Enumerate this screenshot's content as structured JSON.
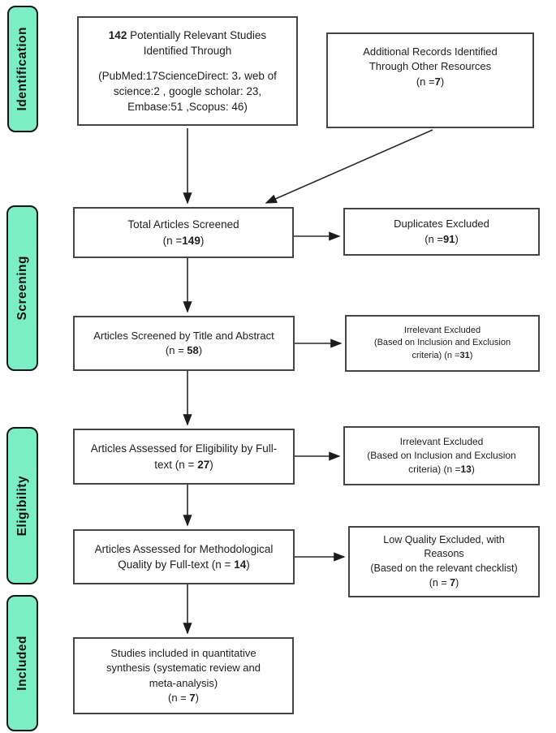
{
  "stages": {
    "identification": "Identification",
    "screening": "Screening",
    "eligibility": "Eligibility",
    "included": "Included"
  },
  "accent_color": "#7ceec5",
  "boxes": {
    "identified": {
      "lines": [
        [
          {
            "t": "142",
            "b": true
          },
          {
            "t": " Potentially Relevant Studies"
          }
        ],
        [
          {
            "t": "Identified Through"
          }
        ],
        [],
        [
          {
            "t": "(PubMed:17ScienceDirect: 3، web of"
          }
        ],
        [
          {
            "t": "science:2 , google scholar: 23,"
          }
        ],
        [
          {
            "t": "Embase:51 ,Scopus: 46)"
          }
        ]
      ]
    },
    "additional": {
      "lines": [
        [
          {
            "t": "Additional Records Identified"
          }
        ],
        [
          {
            "t": "Through Other Resources"
          }
        ],
        [
          {
            "t": "(n ="
          },
          {
            "t": "7",
            "b": true
          },
          {
            "t": ")"
          }
        ]
      ]
    },
    "screened_total": {
      "lines": [
        [
          {
            "t": "Total Articles Screened"
          }
        ],
        [
          {
            "t": "(n ="
          },
          {
            "t": "149",
            "b": true
          },
          {
            "t": ")"
          }
        ]
      ]
    },
    "duplicates": {
      "lines": [
        [
          {
            "t": "Duplicates Excluded"
          }
        ],
        [
          {
            "t": "(n ="
          },
          {
            "t": "91",
            "b": true
          },
          {
            "t": ")"
          }
        ]
      ]
    },
    "title_abstract": {
      "lines": [
        [
          {
            "t": "Articles Screened by Title and Abstract"
          }
        ],
        [
          {
            "t": "(n = "
          },
          {
            "t": "58",
            "b": true
          },
          {
            "t": ")"
          }
        ]
      ]
    },
    "irrelevant_1": {
      "lines": [
        [
          {
            "t": "Irrelevant Excluded"
          }
        ],
        [
          {
            "t": "(Based on Inclusion and Exclusion"
          }
        ],
        [
          {
            "t": "criteria)  (n ="
          },
          {
            "t": "31",
            "b": true
          },
          {
            "t": ")"
          }
        ]
      ]
    },
    "eligibility_fulltext": {
      "lines": [
        [
          {
            "t": "Articles Assessed for Eligibility by Full-"
          }
        ],
        [
          {
            "t": "text (n = "
          },
          {
            "t": "27",
            "b": true
          },
          {
            "t": ")"
          }
        ]
      ]
    },
    "irrelevant_2": {
      "lines": [
        [
          {
            "t": "Irrelevant Excluded"
          }
        ],
        [
          {
            "t": "(Based on Inclusion and Exclusion"
          }
        ],
        [
          {
            "t": "criteria) (n ="
          },
          {
            "t": "13",
            "b": true
          },
          {
            "t": ")"
          }
        ]
      ]
    },
    "methodological": {
      "lines": [
        [
          {
            "t": "Articles Assessed for Methodological"
          }
        ],
        [
          {
            "t": "Quality by Full-text (n = "
          },
          {
            "t": "14",
            "b": true
          },
          {
            "t": ")"
          }
        ]
      ]
    },
    "low_quality": {
      "lines": [
        [
          {
            "t": "Low Quality Excluded, with"
          }
        ],
        [
          {
            "t": "Reasons"
          }
        ],
        [
          {
            "t": "(Based on the relevant checklist)"
          }
        ],
        [
          {
            "t": "(n = "
          },
          {
            "t": "7",
            "b": true
          },
          {
            "t": ")"
          }
        ]
      ]
    },
    "included_final": {
      "lines": [
        [
          {
            "t": "Studies included in quantitative"
          }
        ],
        [
          {
            "t": "synthesis (systematic review and"
          }
        ],
        [
          {
            "t": "meta-analysis)"
          }
        ],
        [
          {
            "t": "(n = "
          },
          {
            "t": "7",
            "b": true
          },
          {
            "t": ")"
          }
        ]
      ]
    }
  },
  "edges": [
    {
      "from": "identified",
      "to": "screened_total"
    },
    {
      "from": "additional",
      "to": "screened_total"
    },
    {
      "from": "screened_total",
      "to": "duplicates"
    },
    {
      "from": "screened_total",
      "to": "title_abstract"
    },
    {
      "from": "title_abstract",
      "to": "irrelevant_1"
    },
    {
      "from": "title_abstract",
      "to": "eligibility_fulltext"
    },
    {
      "from": "eligibility_fulltext",
      "to": "irrelevant_2"
    },
    {
      "from": "eligibility_fulltext",
      "to": "methodological"
    },
    {
      "from": "methodological",
      "to": "low_quality"
    },
    {
      "from": "methodological",
      "to": "included_final"
    }
  ]
}
